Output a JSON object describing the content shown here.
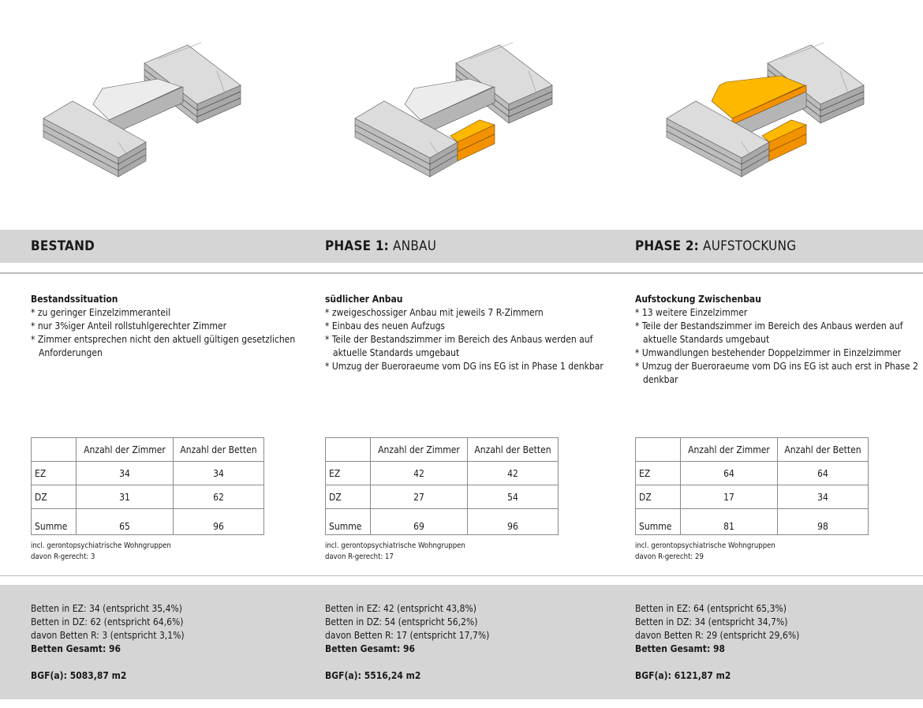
{
  "colors": {
    "band": "#d5d5d5",
    "addition_top": "#ffb800",
    "addition_side": "#f39200",
    "building": "#d9d9d9"
  },
  "columns": [
    {
      "title_bold": "BESTAND",
      "title_rest": "",
      "desc_heading": "Bestandssituation",
      "desc_items": [
        "* zu geringer Einzelzimmeranteil",
        "* nur 3%iger Anteil rollstuhlgerechter Zimmer",
        "* Zimmer entsprechen nicht den aktuell gültigen gesetzlichen Anforderungen"
      ],
      "table": {
        "headers": [
          "",
          "Anzahl der Zimmer",
          "Anzahl der Betten"
        ],
        "rows": [
          [
            "EZ",
            "34",
            "34"
          ],
          [
            "DZ",
            "31",
            "62"
          ],
          [
            "Summe",
            "65",
            "96"
          ]
        ]
      },
      "notes": [
        "incl. gerontopsychiatrische Wohngruppen",
        "davon R-gerecht: 3"
      ],
      "summary": [
        "Betten in EZ: 34 (entspricht 35,4%)",
        "Betten in DZ: 62 (entspricht 64,6%)",
        "davon Betten R: 3 (entspricht 3,1%)"
      ],
      "total": "Betten Gesamt: 96",
      "bgf": "BGF(a): 5083,87 m2"
    },
    {
      "title_bold": "PHASE 1:",
      "title_rest": " ANBAU",
      "desc_heading": "südlicher Anbau",
      "desc_items": [
        "* zweigeschossiger Anbau mit jeweils 7 R-Zimmern",
        "* Einbau des neuen Aufzugs",
        "* Teile der Bestandszimmer im Bereich des Anbaus werden auf aktuelle Standards umgebaut",
        "* Umzug der Bueroraeume vom DG ins EG ist in Phase 1 denkbar"
      ],
      "table": {
        "headers": [
          "",
          "Anzahl der Zimmer",
          "Anzahl der Betten"
        ],
        "rows": [
          [
            "EZ",
            "42",
            "42"
          ],
          [
            "DZ",
            "27",
            "54"
          ],
          [
            "Summe",
            "69",
            "96"
          ]
        ]
      },
      "notes": [
        "incl. gerontopsychiatrische Wohngruppen",
        "davon R-gerecht: 17"
      ],
      "summary": [
        "Betten in EZ: 42 (entspricht 43,8%)",
        "Betten in DZ: 54 (entspricht 56,2%)",
        "davon Betten R: 17 (entspricht 17,7%)"
      ],
      "total": "Betten Gesamt: 96",
      "bgf": "BGF(a): 5516,24 m2"
    },
    {
      "title_bold": "PHASE 2:",
      "title_rest": " AUFSTOCKUNG",
      "desc_heading": "Aufstockung Zwischenbau",
      "desc_items": [
        "* 13 weitere Einzelzimmer",
        "* Teile der Bestandszimmer im Bereich des Anbaus werden auf aktuelle Standards umgebaut",
        "* Umwandlungen bestehender Doppelzimmer in Einzelzimmer",
        "* Umzug der Bueroraeume vom DG ins EG ist auch erst in Phase 2 denkbar"
      ],
      "table": {
        "headers": [
          "",
          "Anzahl der Zimmer",
          "Anzahl der Betten"
        ],
        "rows": [
          [
            "EZ",
            "64",
            "64"
          ],
          [
            "DZ",
            "17",
            "34"
          ],
          [
            "Summe",
            "81",
            "98"
          ]
        ]
      },
      "notes": [
        "incl. gerontopsychiatrische Wohngruppen",
        "davon R-gerecht: 29"
      ],
      "summary": [
        "Betten in EZ: 64 (entspricht 65,3%)",
        "Betten in DZ: 34 (entspricht 34,7%)",
        "davon Betten R: 29 (entspricht 29,6%)"
      ],
      "total": "Betten Gesamt: 98",
      "bgf": "BGF(a): 6121,87 m2"
    }
  ]
}
